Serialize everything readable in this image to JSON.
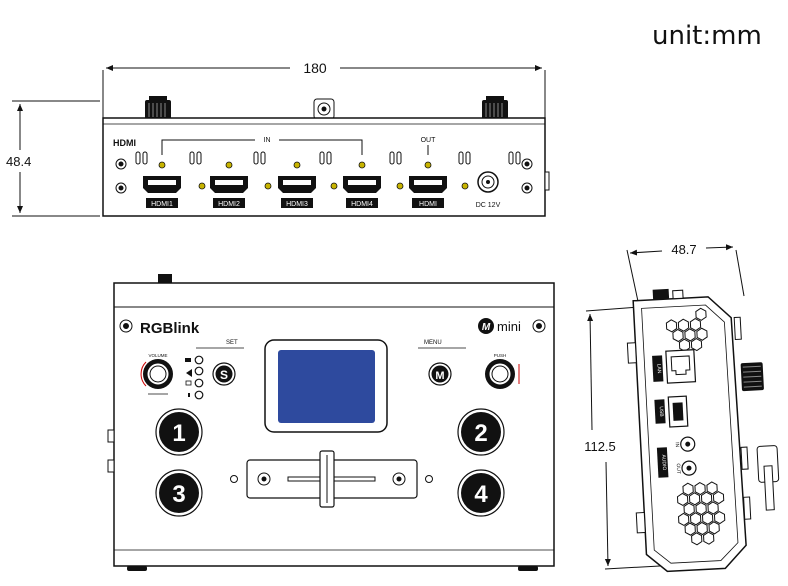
{
  "unit_label": "unit:mm",
  "dimensions": {
    "width": "180",
    "height": "48.4",
    "depth": "48.7",
    "length": "112.5"
  },
  "rear_panel": {
    "brand": "HDMI",
    "in_label": "IN",
    "out_label": "OUT",
    "ports": [
      "HDMI1",
      "HDMI2",
      "HDMI3",
      "HDMI4",
      "HDMI"
    ],
    "power_label": "DC 12V"
  },
  "front_panel": {
    "brand": "RGBlink",
    "logo_letter": "M",
    "logo_text": "mini",
    "set_label": "SET",
    "menu_label": "MENU",
    "volume_label": "VOLUME",
    "push_label": "PUSH",
    "s_button": "S",
    "m_button": "M",
    "channel_buttons": [
      "1",
      "2",
      "3",
      "4"
    ]
  },
  "side_panel": {
    "lan_label": "LAN",
    "usb_label": "USB",
    "audio_label": "AUDIO",
    "in_label": "IN",
    "out_label": "OUT"
  },
  "colors": {
    "line": "#111111",
    "screen": "#2e4a9e",
    "led": "#c8b400"
  }
}
